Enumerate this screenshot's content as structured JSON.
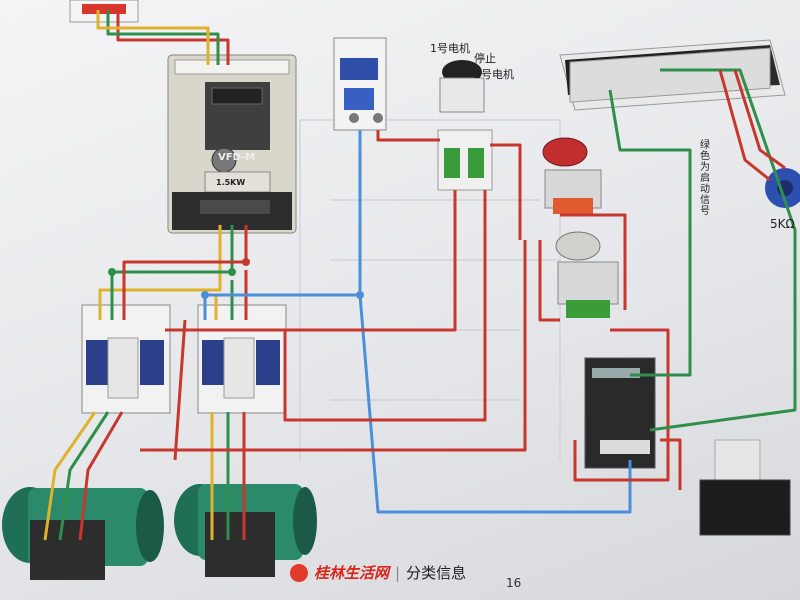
{
  "labels": {
    "motor1": "1号电机",
    "stop": "停止",
    "motor2": "2号电机",
    "green_note": "绿色为启动信号",
    "potentiometer": "5KΩ",
    "page_number": "16",
    "vfd_model": "VFD-M",
    "vfd_power": "1.5KW"
  },
  "watermark": {
    "brand": "桂林生活网",
    "separator": "|",
    "category": "分类信息"
  },
  "wire_colors": {
    "red": "#c8372d",
    "yellow": "#e0b12a",
    "green": "#2f8f4a",
    "blue": "#4a8fd8"
  }
}
